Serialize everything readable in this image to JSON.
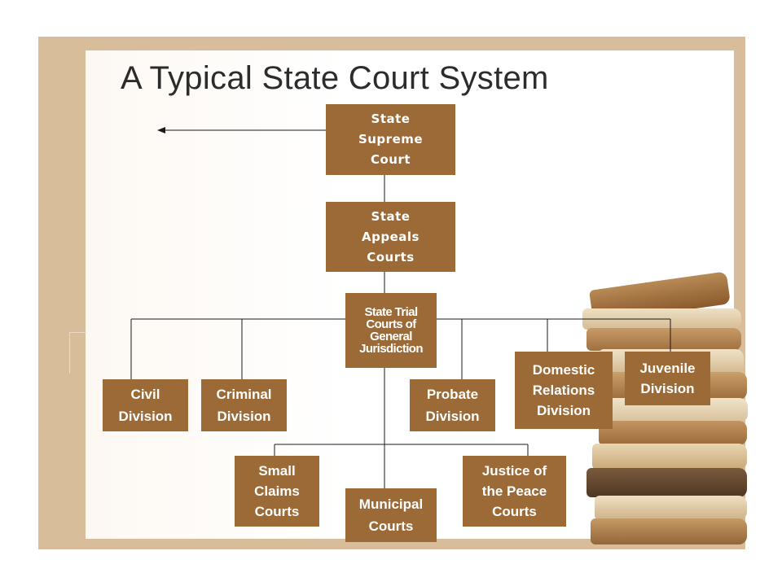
{
  "title": "A Typical State Court System",
  "nodes": {
    "supreme": "State\nSupreme\nCourt",
    "appeals": "State\nAppeals\nCourts",
    "trial": "State Trial\nCourts of\nGeneral\nJurisdiction",
    "civil": "Civil\nDivision",
    "criminal": "Criminal\nDivision",
    "probate": "Probate\nDivision",
    "domestic": "Domestic\nRelations\nDivision",
    "juvenile": "Juvenile\nDivision",
    "small_claims": "Small\nClaims\nCourts",
    "municipal": "Municipal\nCourts",
    "justice_peace": "Justice of\nthe Peace\nCourts"
  },
  "colors": {
    "box_fill": "#9b6a36",
    "box_text": "#ffffff",
    "frame": "#d8bd9b",
    "connector": "#1a1a1a"
  },
  "icons": {
    "arrow": "left-arrow-icon",
    "illustration": "book-stack-illustration"
  }
}
